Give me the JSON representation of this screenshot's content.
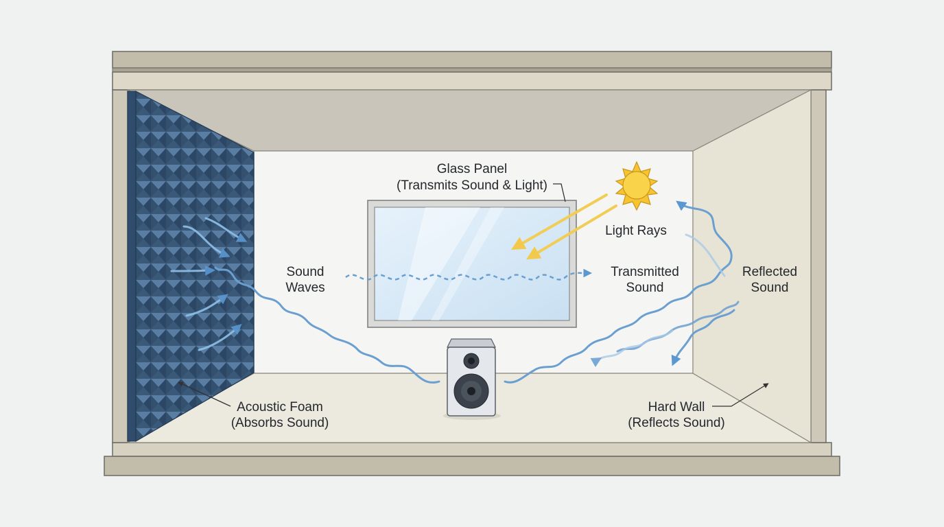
{
  "labels": {
    "glass_panel": {
      "line1": "Glass Panel",
      "line2": "(Transmits Sound & Light)"
    },
    "light_rays": "Light Rays",
    "sound_waves": {
      "line1": "Sound",
      "line2": "Waves"
    },
    "transmitted_sound": {
      "line1": "Transmitted",
      "line2": "Sound"
    },
    "reflected_sound": {
      "line1": "Reflected",
      "line2": "Sound"
    },
    "acoustic_foam": {
      "line1": "Acoustic Foam",
      "line2": "(Absorbs Sound)"
    },
    "hard_wall": {
      "line1": "Hard Wall",
      "line2": "(Reflects Sound)"
    }
  },
  "icons": [
    "sun-icon",
    "speaker-icon",
    "acoustic-foam-panel",
    "glass-panel"
  ],
  "colors": {
    "background": "#f0f1f1",
    "frame": "#c9c4b6",
    "frame_edge": "#6b6a64",
    "ceiling": "#c8c4b9",
    "back_wall": "#f4f4f2",
    "floor": "#ebe8dd",
    "right_wall": "#e8e4d6",
    "foam": "#3f5f82",
    "sound_wave": "#6a9fd0",
    "light_ray": "#f2cd55",
    "sun": "#f6c431",
    "glass": "#d8eaf6",
    "text": "#24282c"
  }
}
